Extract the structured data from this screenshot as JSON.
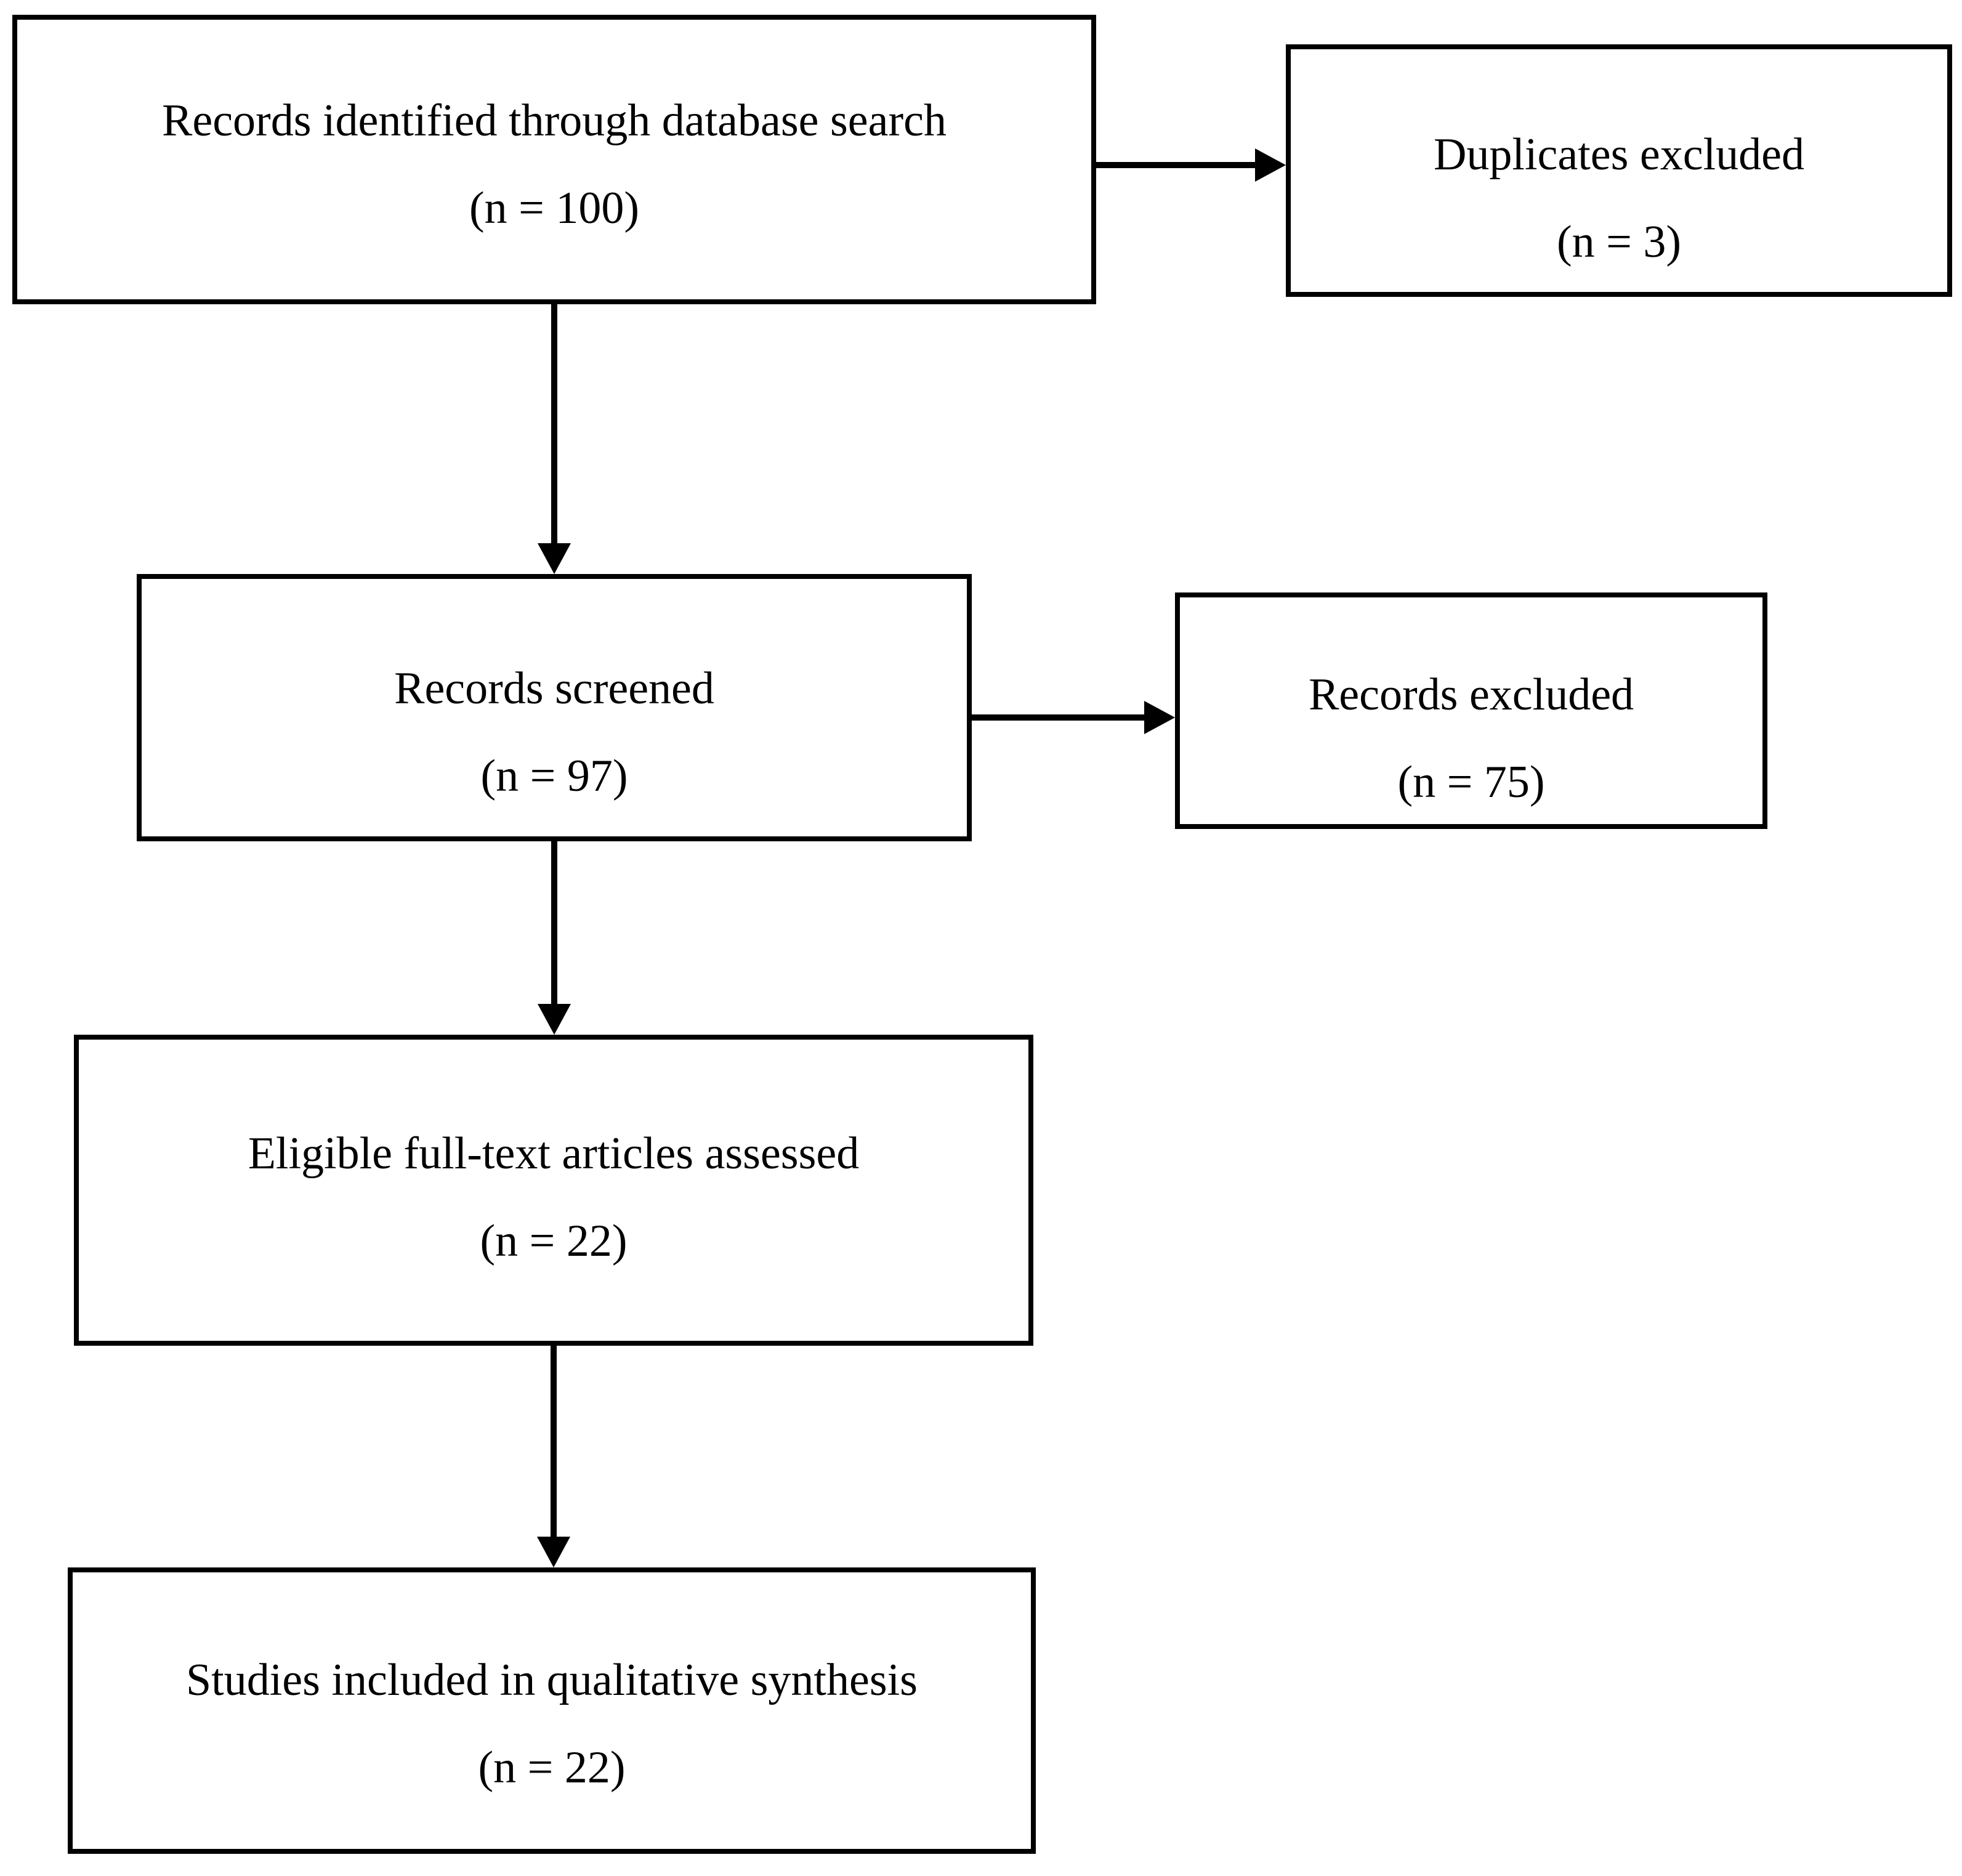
{
  "figure": {
    "type": "flowchart",
    "background_color": "#ffffff",
    "line_color": "#000000",
    "boxes": [
      {
        "id": "records-identified",
        "label": "Records identified through database search",
        "count": "(n = 100)"
      },
      {
        "id": "duplicates-excluded",
        "label": "Duplicates excluded",
        "count": "(n = 3)"
      },
      {
        "id": "records-screened",
        "label": "Records screened",
        "count": "(n = 97)"
      },
      {
        "id": "records-excluded",
        "label": "Records excluded",
        "count": "(n = 75)"
      },
      {
        "id": "fulltext-assessed",
        "label": "Eligible full-text articles assessed",
        "count": "(n = 22)"
      },
      {
        "id": "studies-included",
        "label": "Studies included in qualitative synthesis",
        "count": "(n = 22)"
      }
    ],
    "connections": [
      {
        "from": "records-identified",
        "to": "duplicates-excluded"
      },
      {
        "from": "records-identified",
        "to": "records-screened"
      },
      {
        "from": "records-screened",
        "to": "records-excluded"
      },
      {
        "from": "records-screened",
        "to": "fulltext-assessed"
      },
      {
        "from": "fulltext-assessed",
        "to": "studies-included"
      }
    ]
  }
}
